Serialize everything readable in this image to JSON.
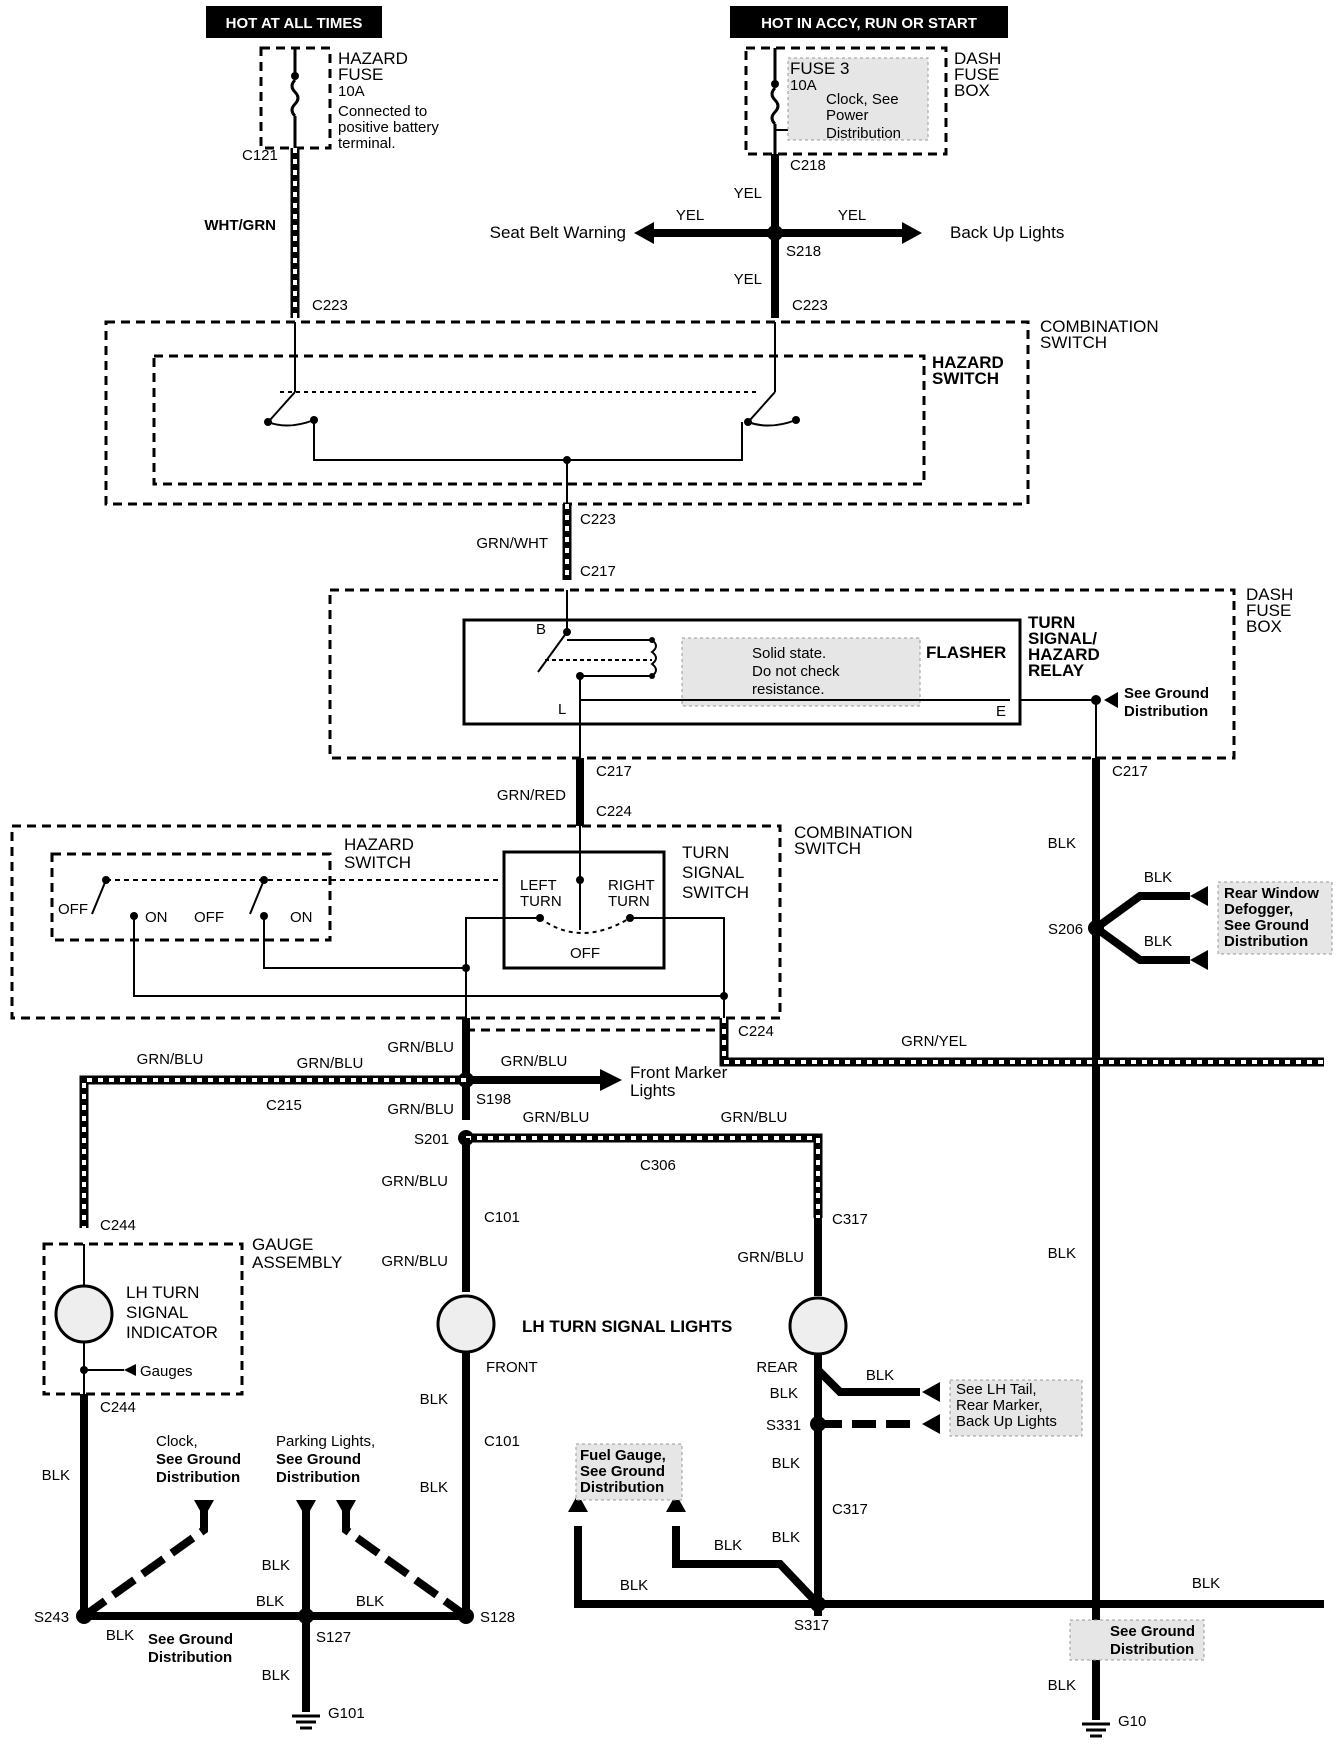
{
  "header": {
    "hot_at_all_times": "HOT AT ALL TIMES",
    "hot_in_accy": "HOT IN ACCY, RUN OR START"
  },
  "hazard_fuse": {
    "name_line1": "HAZARD",
    "name_line2": "FUSE",
    "rating": "10A",
    "note_line1": "Connected to",
    "note_line2": "positive battery",
    "note_line3": "terminal."
  },
  "dash_fuse_box_top": {
    "fuse": "FUSE 3",
    "rating": "10A",
    "note_line1": "Clock, See",
    "note_line2": "Power",
    "note_line3": "Distribution",
    "box_line1": "DASH",
    "box_line2": "FUSE",
    "box_line3": "BOX"
  },
  "connectors": {
    "c121": "C121",
    "c218": "C218",
    "c223_left": "C223",
    "c223_right": "C223",
    "c223_mid": "C223",
    "c217_top": "C217",
    "c217_bot": "C217",
    "c217_right": "C217",
    "c224_top": "C224",
    "c224_bot": "C224",
    "c215": "C215",
    "c306": "C306",
    "c244_top": "C244",
    "c244_bot": "C244",
    "c101_top": "C101",
    "c101_bot": "C101",
    "c317_top": "C317",
    "c317_bot": "C317"
  },
  "splices": {
    "s218": "S218",
    "s206": "S206",
    "s198": "S198",
    "s201": "S201",
    "s331": "S331",
    "s243": "S243",
    "s127": "S127",
    "s128": "S128",
    "s317": "S317"
  },
  "grounds": {
    "g101": "G101",
    "g10": "G10"
  },
  "wires": {
    "wht_grn": "WHT/GRN",
    "yel": "YEL",
    "grn_wht": "GRN/WHT",
    "grn_red": "GRN/RED",
    "grn_blu": "GRN/BLU",
    "grn_yel": "GRN/YEL",
    "blk": "BLK"
  },
  "destinations": {
    "seat_belt": "Seat Belt Warning",
    "back_up": "Back Up Lights",
    "front_marker_1": "Front Marker",
    "front_marker_2": "Lights"
  },
  "combination_switch": {
    "line1": "COMBINATION",
    "line2": "SWITCH"
  },
  "hazard_switch": {
    "line1": "HAZARD",
    "line2": "SWITCH"
  },
  "relay": {
    "dash_fuse_box_1": "DASH",
    "dash_fuse_box_2": "FUSE",
    "dash_fuse_box_3": "BOX",
    "pin_b": "B",
    "pin_l": "L",
    "pin_e": "E",
    "solid_state_1": "Solid state.",
    "solid_state_2": "Do not check",
    "solid_state_3": "resistance.",
    "flasher": "FLASHER",
    "title_1": "TURN",
    "title_2": "SIGNAL/",
    "title_3": "HAZARD",
    "title_4": "RELAY",
    "ground_1": "See Ground",
    "ground_2": "Distribution"
  },
  "switch_positions": {
    "off": "OFF",
    "on": "ON",
    "left_turn_1": "LEFT",
    "left_turn_2": "TURN",
    "right_turn_1": "RIGHT",
    "right_turn_2": "TURN",
    "turn_signal_1": "TURN",
    "turn_signal_2": "SIGNAL",
    "turn_signal_3": "SWITCH"
  },
  "rear_window": {
    "line1": "Rear Window",
    "line2": "Defogger,",
    "line3": "See Ground",
    "line4": "Distribution"
  },
  "gauge_assembly": {
    "line1": "GAUGE",
    "line2": "ASSEMBLY",
    "indicator_1": "LH TURN",
    "indicator_2": "SIGNAL",
    "indicator_3": "INDICATOR",
    "gauges": "Gauges"
  },
  "lights": {
    "title": "LH TURN SIGNAL LIGHTS",
    "front": "FRONT",
    "rear": "REAR"
  },
  "lh_tail": {
    "line1": "See LH Tail,",
    "line2": "Rear Marker,",
    "line3": "Back Up Lights"
  },
  "grounds_refs": {
    "clock_1": "Clock,",
    "clock_2": "See Ground",
    "clock_3": "Distribution",
    "parking_1": "Parking Lights,",
    "parking_2": "See Ground",
    "parking_3": "Distribution",
    "s243_1": "See Ground",
    "s243_2": "Distribution",
    "fuel_1": "Fuel Gauge,",
    "fuel_2": "See Ground",
    "fuel_3": "Distribution",
    "g10_1": "See Ground",
    "g10_2": "Distribution"
  }
}
